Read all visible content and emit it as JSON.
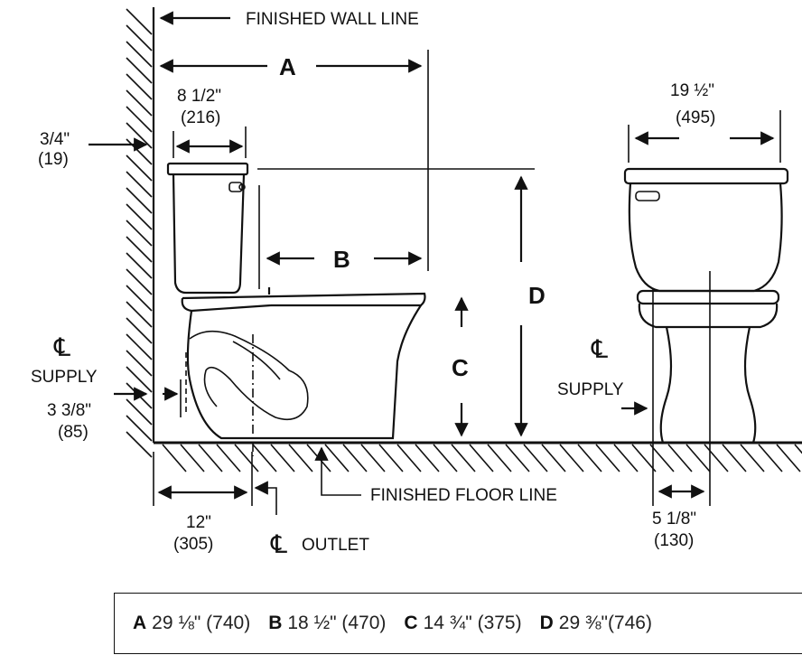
{
  "labels": {
    "finished_wall_line": "FINISHED WALL LINE",
    "finished_floor_line": "FINISHED FLOOR LINE",
    "dim_a": "A",
    "dim_b": "B",
    "dim_c": "C",
    "dim_d": "D",
    "tank_width_in": "8 1/2\"",
    "tank_width_mm": "(216)",
    "wall_gap_in": "3/4\"",
    "wall_gap_mm": "(19)",
    "supply_left": "SUPPLY",
    "supply_right": "SUPPLY",
    "supply_offset_in": "3 3/8\"",
    "supply_offset_mm": "(85)",
    "rough_in": "12\"",
    "rough_in_mm": "(305)",
    "outlet": "OUTLET",
    "front_width_in": "19 ½\"",
    "front_width_mm": "(495)",
    "supply_side_in": "5 1/8\"",
    "supply_side_mm": "(130)",
    "centerline_symbol": "℄"
  },
  "dimensions": [
    {
      "key": "A",
      "value": "29 ⅛\" (740)"
    },
    {
      "key": "B",
      "value": "18 ½\" (470)"
    },
    {
      "key": "C",
      "value": "14 ¾\" (375)"
    },
    {
      "key": "D",
      "value": "29 ⅜\"(746)"
    }
  ]
}
